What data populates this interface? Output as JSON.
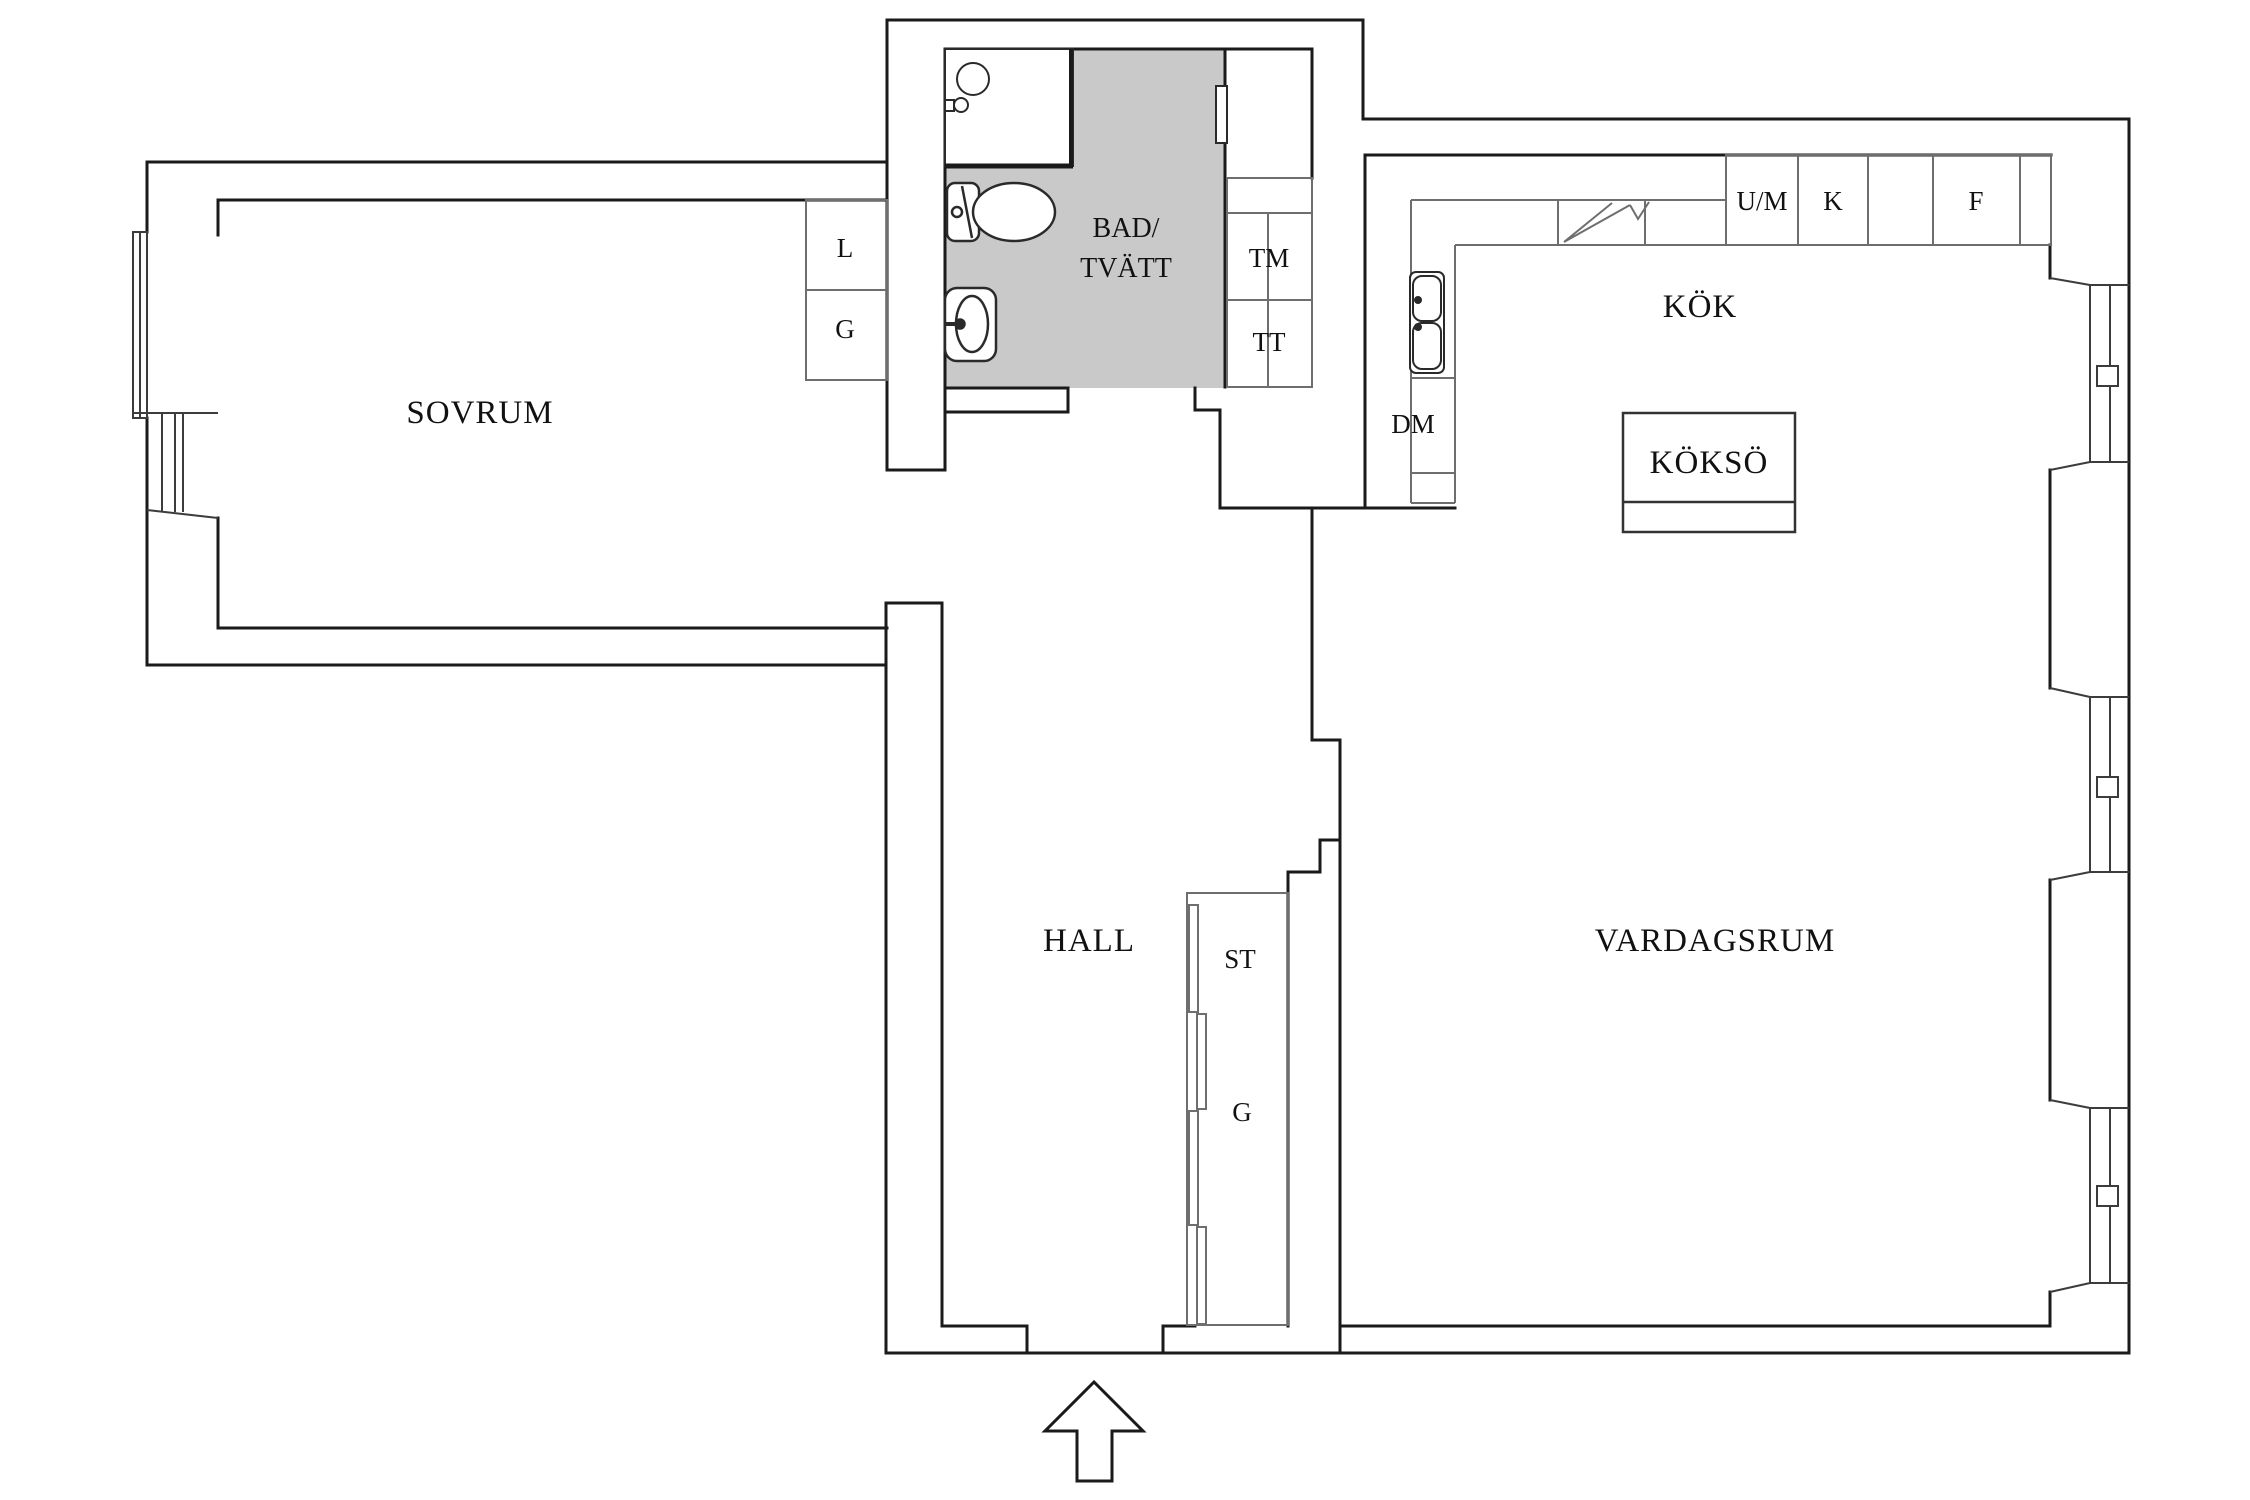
{
  "app": {
    "type": "apartment-floor-plan",
    "language": "Swedish"
  },
  "colors": {
    "background": "#ffffff",
    "wall": "#1a1a1a",
    "fixture": "#3c3c3c",
    "cabinet": "#6e6e6e",
    "bathroom_floor": "#c9c9c9"
  },
  "rooms": {
    "sovrum": {
      "label": "SOVRUM"
    },
    "bad_tvatt": {
      "line1": "BAD/",
      "line2": "TVÄTT"
    },
    "kok": {
      "label": "KÖK"
    },
    "hall": {
      "label": "HALL"
    },
    "vardagsrum": {
      "label": "VARDAGSRUM"
    }
  },
  "fixtures": {
    "kokso": {
      "label": "KÖKSÖ"
    },
    "linen_cabinet": {
      "label": "L"
    },
    "bedroom_wardrobe": {
      "label": "G"
    },
    "washing_machine": {
      "label": "TM"
    },
    "tumble_dryer": {
      "label": "TT"
    },
    "dishwasher": {
      "label": "DM"
    },
    "micro_oven": {
      "label": "U/M"
    },
    "refrigerator": {
      "label": "K"
    },
    "freezer": {
      "label": "F"
    },
    "cleaning_closet": {
      "label": "ST"
    },
    "hall_wardrobe": {
      "label": "G"
    }
  }
}
